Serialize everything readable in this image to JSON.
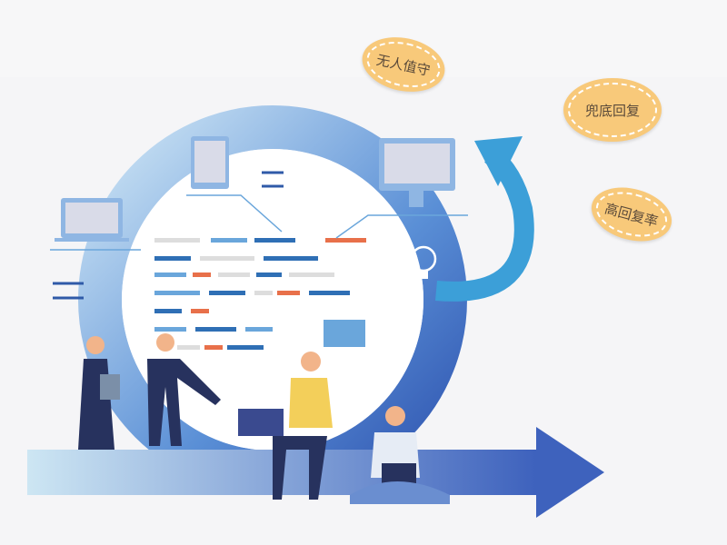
{
  "bubbles": [
    {
      "label": "无人值守"
    },
    {
      "label": "兜底回复"
    },
    {
      "label": "高回复率"
    }
  ],
  "colors": {
    "ring": "#4a7fd0",
    "arrow": "#3c9fd8",
    "bubble": "#f8c97a",
    "accent": "#e8704a"
  }
}
